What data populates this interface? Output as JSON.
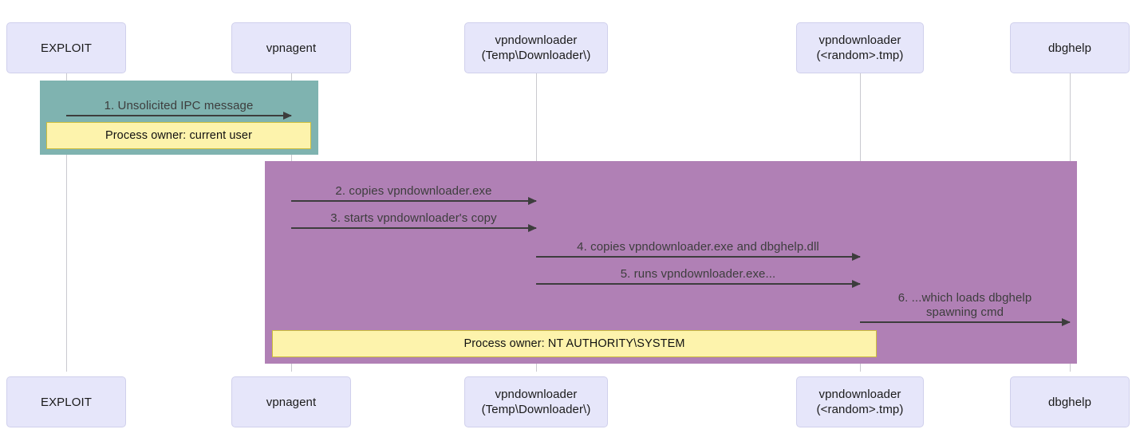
{
  "diagram": {
    "type": "sequence-diagram",
    "title": "",
    "colors": {
      "participant_fill": "#e6e6fa",
      "participant_border": "#d0d0ec",
      "lifeline": "#c9c9cf",
      "region_user": "#7fb3b0",
      "region_system": "#b080b5",
      "note_fill": "#fdf3ac",
      "note_border": "#cdbe3c",
      "arrow": "#3d3d3d"
    }
  },
  "participants": [
    {
      "id": "exploit",
      "label": "EXPLOIT"
    },
    {
      "id": "vpnagent",
      "label": "vpnagent"
    },
    {
      "id": "vpndl_temp",
      "label": "vpndownloader\n(Temp\\Downloader\\)"
    },
    {
      "id": "vpndl_random",
      "label": "vpndownloader\n(<random>.tmp)"
    },
    {
      "id": "dbghelp",
      "label": "dbghelp"
    }
  ],
  "participants_footer": [
    {
      "id": "exploit",
      "label": "EXPLOIT"
    },
    {
      "id": "vpnagent",
      "label": "vpnagent"
    },
    {
      "id": "vpndl_temp",
      "label": "vpndownloader\n(Temp\\Downloader\\)"
    },
    {
      "id": "vpndl_random",
      "label": "vpndownloader\n(<random>.tmp)"
    },
    {
      "id": "dbghelp",
      "label": "dbghelp"
    }
  ],
  "messages": [
    {
      "num": "1",
      "label": "1. Unsolicited IPC message",
      "from": "exploit",
      "to": "vpnagent"
    },
    {
      "num": "2",
      "label": "2. copies vpndownloader.exe",
      "from": "vpnagent",
      "to": "vpndl_temp"
    },
    {
      "num": "3",
      "label": "3. starts vpndownloader's copy",
      "from": "vpnagent",
      "to": "vpndl_temp"
    },
    {
      "num": "4",
      "label": "4. copies vpndownloader.exe and dbghelp.dll",
      "from": "vpndl_temp",
      "to": "vpndl_random"
    },
    {
      "num": "5",
      "label": "5. runs vpndownloader.exe...",
      "from": "vpndl_temp",
      "to": "vpndl_random"
    },
    {
      "num": "6",
      "label": "6. ...which loads dbghelp\nspawning cmd",
      "from": "vpndl_random",
      "to": "dbghelp"
    }
  ],
  "notes": [
    {
      "id": "note-current-user",
      "label": "Process owner: current user"
    },
    {
      "id": "note-system",
      "label": "Process owner: NT AUTHORITY\\SYSTEM"
    }
  ]
}
